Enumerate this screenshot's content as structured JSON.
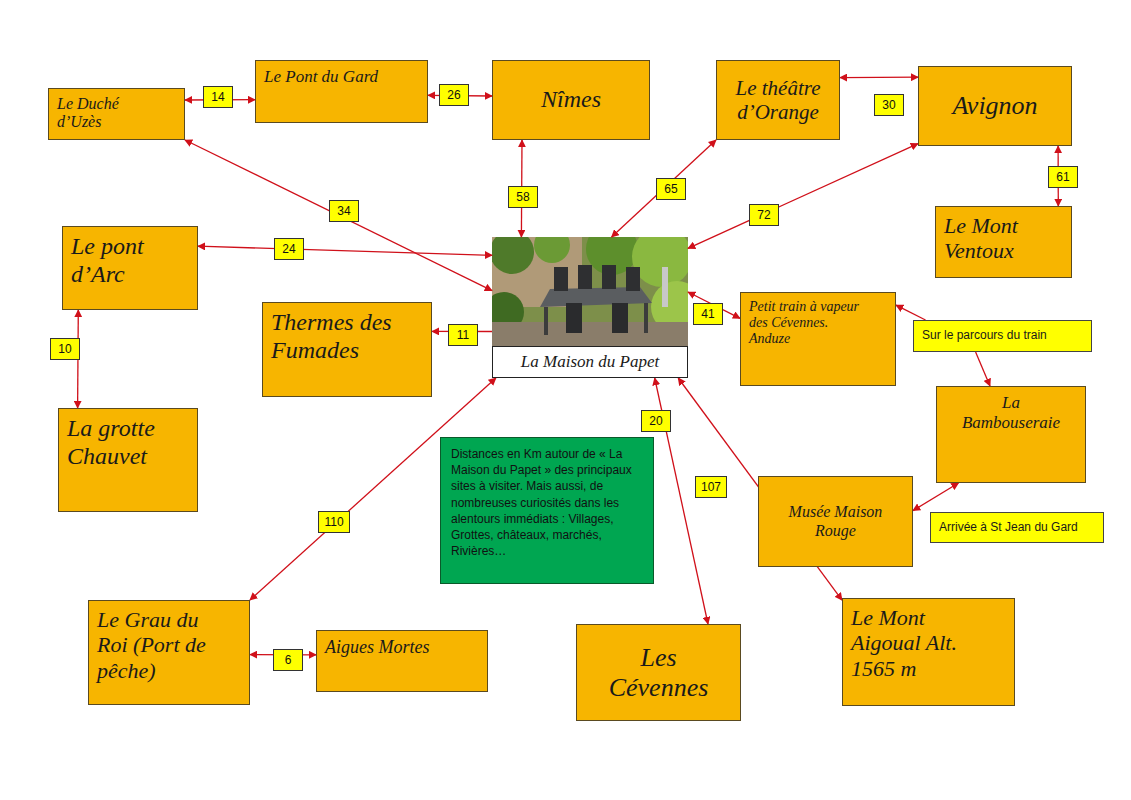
{
  "diagram": {
    "nodes": [
      {
        "text": [
          "Le Duché d’Uzès"
        ]
      },
      {
        "text": [
          "Le Pont du Gard"
        ]
      },
      {
        "text": [
          "Nîmes"
        ]
      },
      {
        "text": [
          "Le théâtre d’Orange"
        ]
      },
      {
        "text": [
          "Avignon"
        ]
      },
      {
        "text": [
          "Le pont d’Arc"
        ]
      },
      {
        "text": [
          "La Maison du Papet"
        ]
      },
      {
        "text": [
          "Le Mont Ventoux"
        ]
      },
      {
        "text": [
          "Thermes des Fumades"
        ]
      },
      {
        "text": [
          "Petit train à vapeur des Cévennes. Anduze"
        ]
      },
      {
        "text": [
          "Sur le parcours du train"
        ]
      },
      {
        "text": [
          "La grotte Chauvet"
        ]
      },
      {
        "text": [
          "La Bambouseraie"
        ]
      },
      {
        "text": [
          "Distances en Km autour de « La Maison du Papet » des principaux sites à visiter. Mais aussi, de nombreuses curiosités dans les alentours immédiats : Villages, Grottes, châteaux, marchés, Rivières…"
        ]
      },
      {
        "text": [
          "Musée Maison Rouge"
        ]
      },
      {
        "text": [
          "Arrivée à St Jean du Gard"
        ]
      },
      {
        "text": [
          "Le Grau du Roi (Port de pêche)"
        ]
      },
      {
        "text": [
          "Aigues Mortes"
        ]
      },
      {
        "text": [
          "Les Cévennes"
        ]
      },
      {
        "text": [
          "Le Mont Aigoual Alt. 1565 m"
        ]
      }
    ],
    "edges": [
      {
        "from": 0,
        "to": 1,
        "label": "14",
        "arrow": "both"
      },
      {
        "from": 1,
        "to": 2,
        "label": "26",
        "arrow": "both"
      },
      {
        "from": 3,
        "to": 4,
        "label": "30",
        "arrow": "both"
      },
      {
        "from": 4,
        "to": 7,
        "label": "61",
        "arrow": "both"
      },
      {
        "from": 0,
        "to": 6,
        "label": "34",
        "arrow": "both"
      },
      {
        "from": 2,
        "to": 6,
        "label": "58",
        "arrow": "both"
      },
      {
        "from": 6,
        "to": 3,
        "label": "65",
        "arrow": "both"
      },
      {
        "from": 6,
        "to": 4,
        "label": "72",
        "arrow": "both"
      },
      {
        "from": 5,
        "to": 6,
        "label": "24",
        "arrow": "both"
      },
      {
        "from": 5,
        "to": 11,
        "label": "10",
        "arrow": "both"
      },
      {
        "from": 6,
        "to": 8,
        "label": "11",
        "arrow": "to"
      },
      {
        "from": 9,
        "to": 6,
        "label": "41",
        "arrow": "both"
      },
      {
        "from": 10,
        "to": 9,
        "arrow": "to"
      },
      {
        "from": 10,
        "to": 12,
        "arrow": "to"
      },
      {
        "from": 14,
        "to": 12,
        "arrow": "both"
      },
      {
        "from": 6,
        "to": 16,
        "label": "110",
        "arrow": "both"
      },
      {
        "from": 16,
        "to": 17,
        "label": "6",
        "arrow": "both"
      },
      {
        "from": 6,
        "to": 18,
        "label": "20",
        "arrow": "both"
      },
      {
        "from": 6,
        "to": 19,
        "label": "107",
        "arrow": "both"
      }
    ]
  }
}
